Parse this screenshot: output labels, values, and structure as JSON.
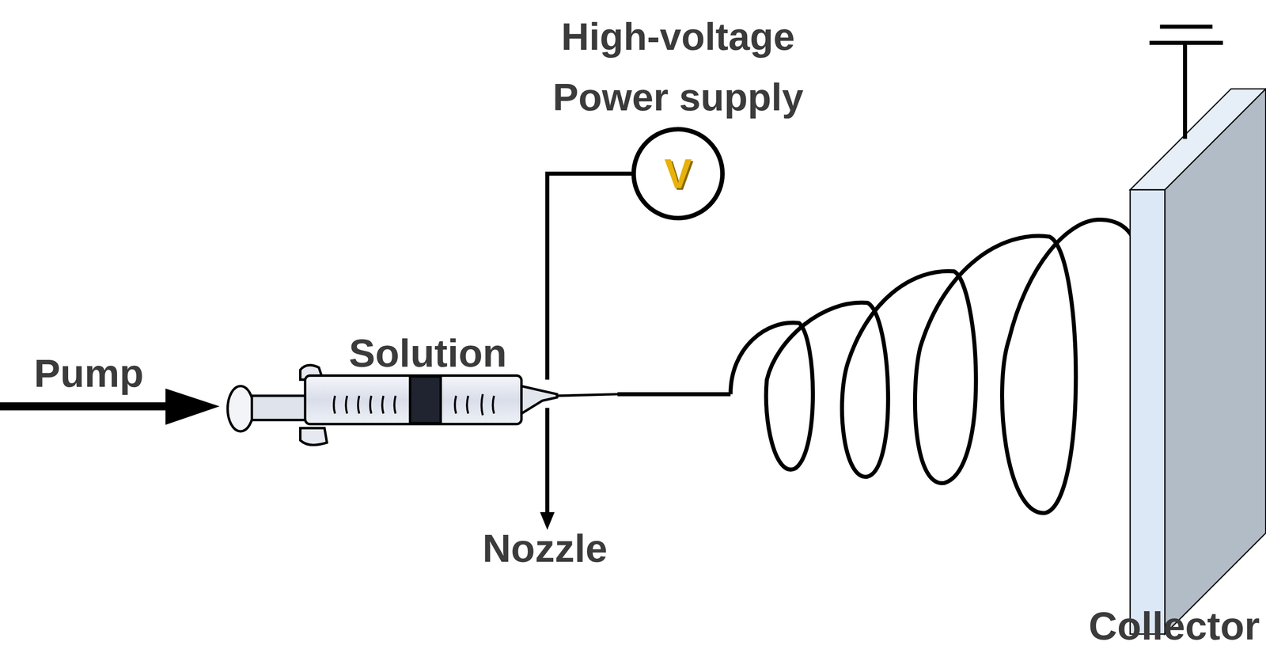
{
  "diagram": {
    "nodes": [
      {
        "text": [
          "V"
        ]
      }
    ],
    "labels": [
      "High-voltage Power supply",
      "Pump",
      "Solution",
      "Nozzle",
      "Collector"
    ]
  }
}
